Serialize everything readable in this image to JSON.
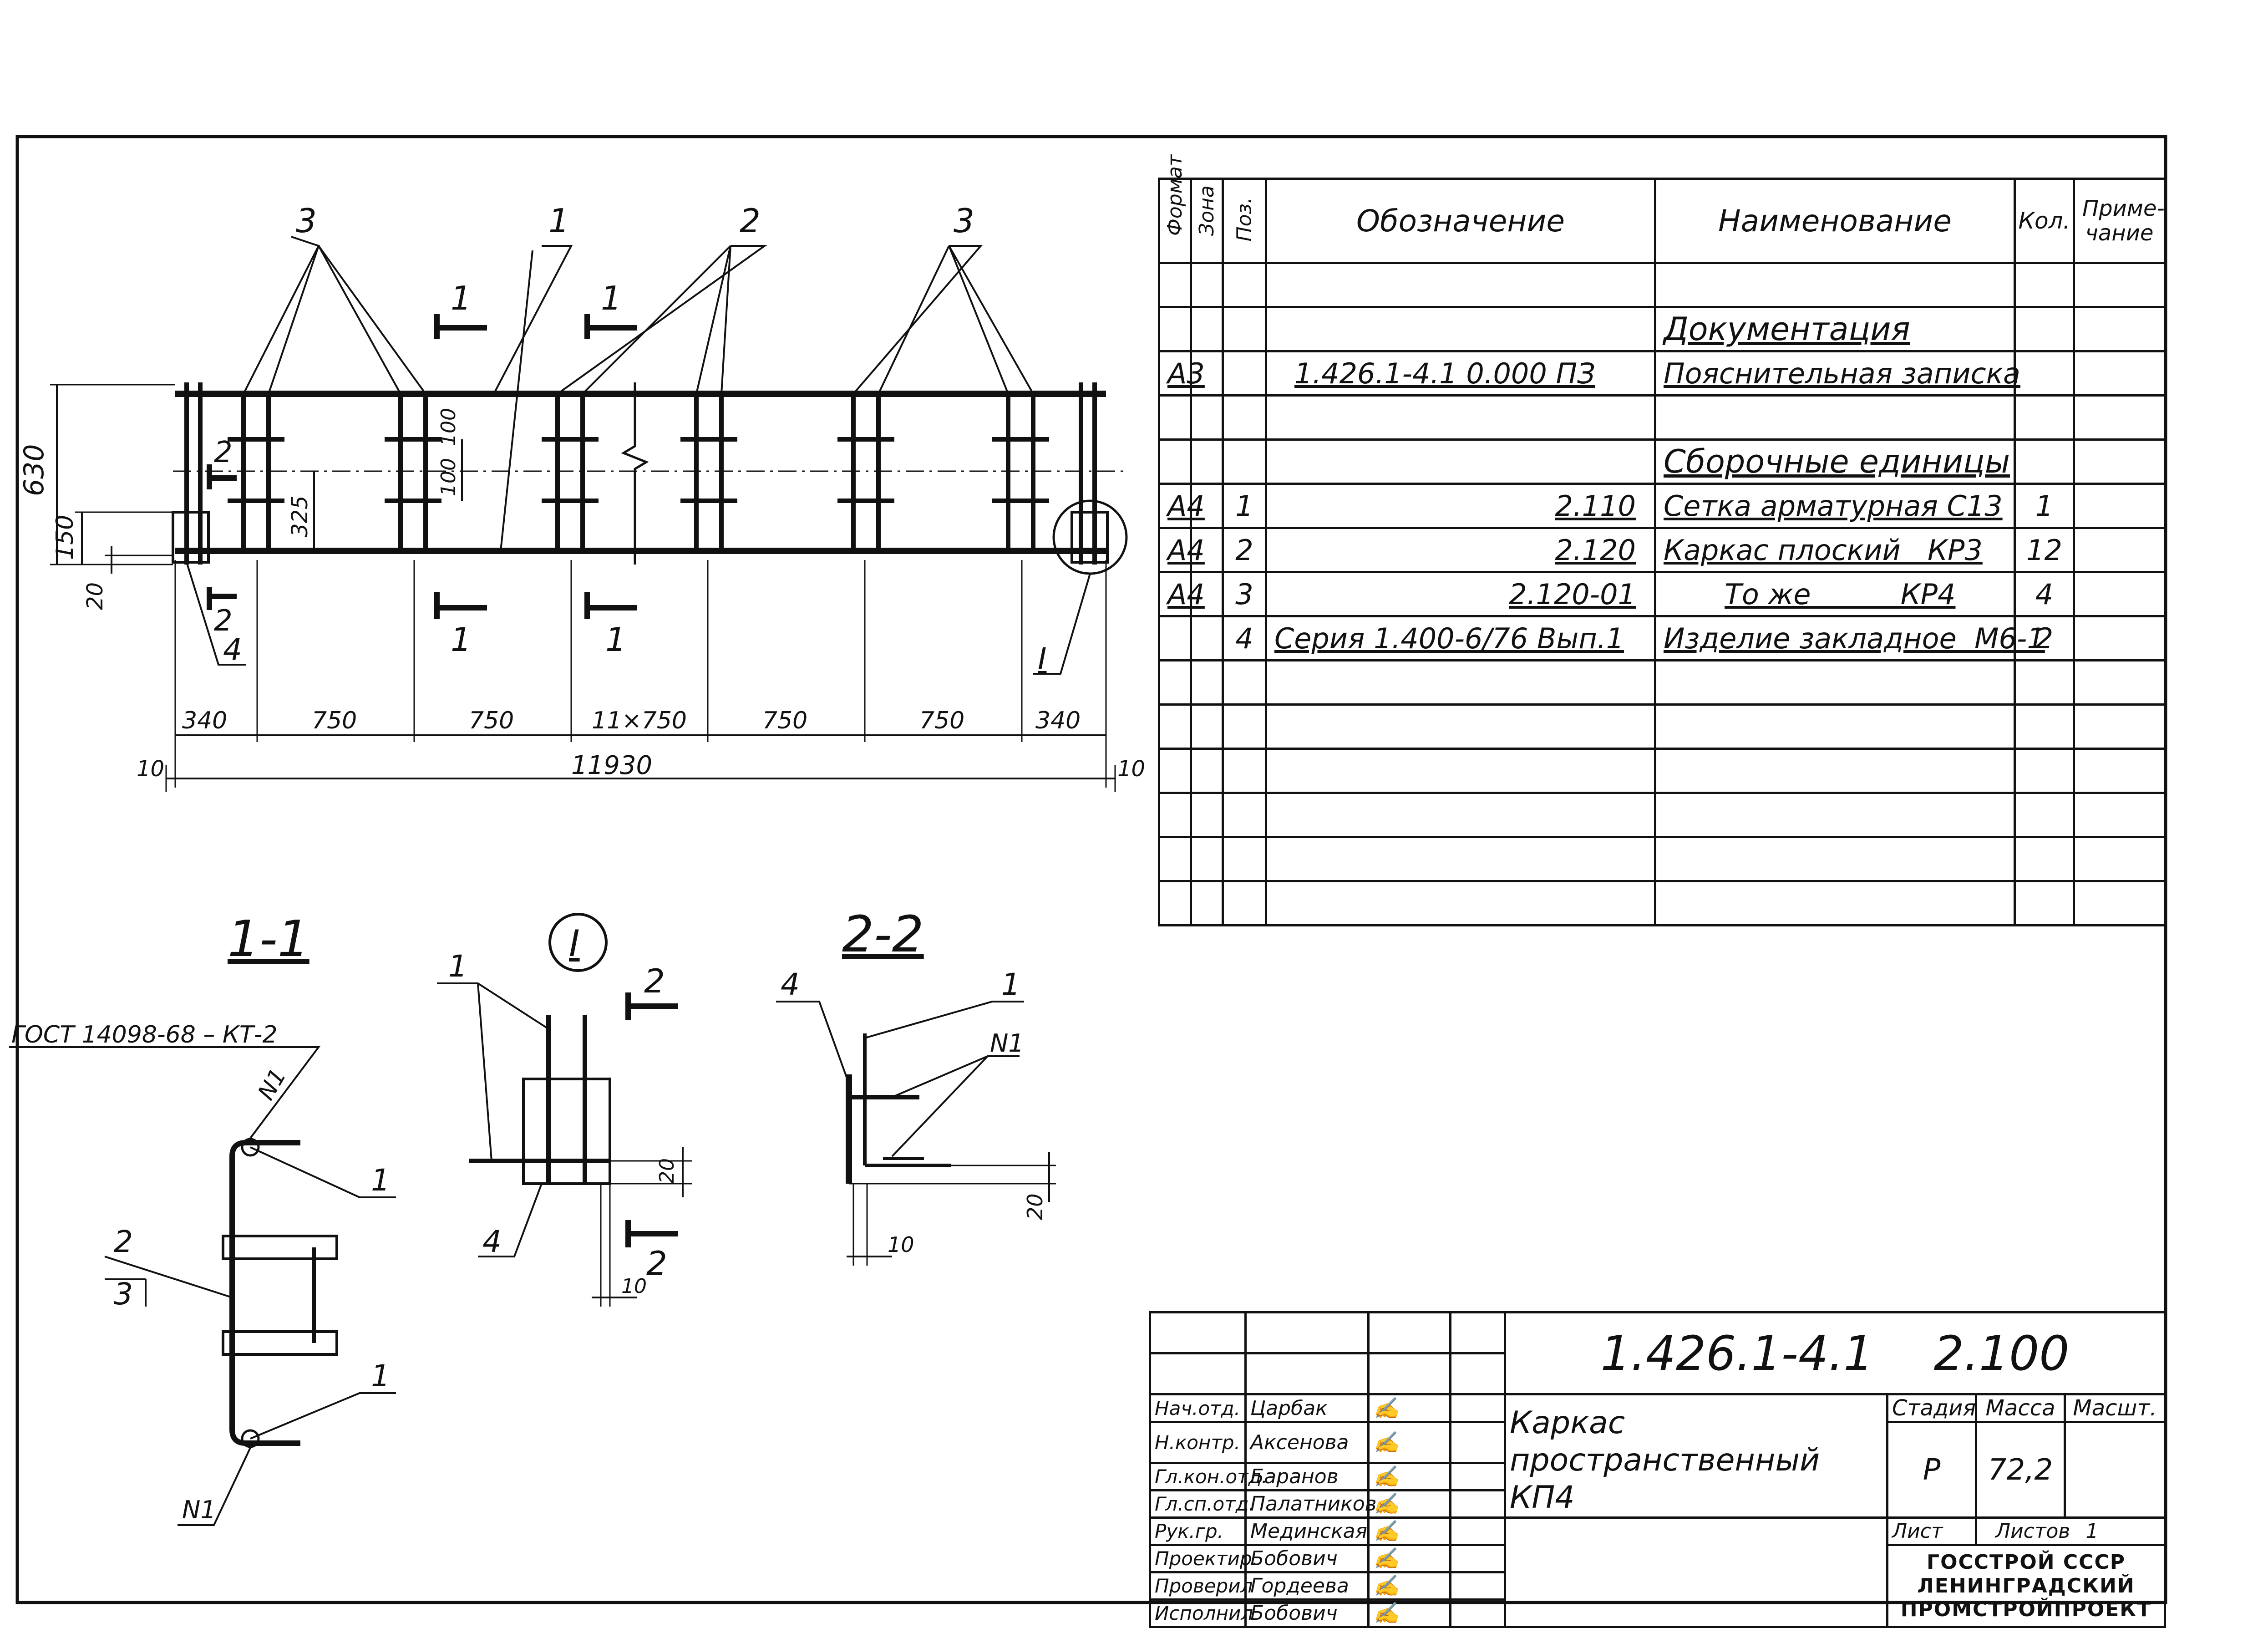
{
  "dims": {
    "d630": "630",
    "d150": "150",
    "d20": "20",
    "d325": "325",
    "d100a": "100",
    "d100b": "100",
    "spacings": [
      "340",
      "750",
      "750",
      "11×750",
      "750",
      "750",
      "340"
    ],
    "total": "11930",
    "end_left": "10",
    "end_right": "10"
  },
  "leaders": {
    "pos3_left": "3",
    "pos1_top": "1",
    "pos2_top": "2",
    "pos3_right": "3",
    "pos4": "4",
    "detail_I": "I"
  },
  "cut_marks": {
    "c1": "1",
    "c2": "2"
  },
  "views": {
    "section_1_1": {
      "title": "1-1",
      "gost": "ГОСТ 14098-68 – КТ-2",
      "n1": "N1",
      "pos1": "1",
      "pos2": "2",
      "pos3": "3"
    },
    "detail_I": {
      "title": "I",
      "pos1": "1",
      "pos4": "4",
      "cut": "2",
      "d20": "20",
      "d10": "10"
    },
    "section_2_2": {
      "title": "2-2",
      "pos4": "4",
      "pos1": "1",
      "n1": "N1",
      "d20": "20",
      "d10": "10"
    }
  },
  "spec": {
    "headers": {
      "format": "Формат",
      "zone": "Зона",
      "pos": "Поз.",
      "designation": "Обозначение",
      "name": "Наименование",
      "qty": "Кол.",
      "note": "Приме-чание"
    },
    "rows": [
      {
        "format": "",
        "pos": "",
        "designation": "",
        "name": "Документация",
        "qty": "",
        "section": true
      },
      {
        "format": "А3",
        "pos": "",
        "designation": "1.426.1-4.1  0.000 ПЗ",
        "name": "Пояснительная записка",
        "qty": ""
      },
      {
        "format": "",
        "pos": "",
        "designation": "",
        "name": "Сборочные единицы",
        "qty": "",
        "section": true
      },
      {
        "format": "А4",
        "pos": "1",
        "designation": "2.110",
        "name": "Сетка арматурная С13",
        "qty": "1"
      },
      {
        "format": "А4",
        "pos": "2",
        "designation": "2.120",
        "name": "Каркас плоский   КР3",
        "qty": "12"
      },
      {
        "format": "А4",
        "pos": "3",
        "designation": "2.120-01",
        "name": "То же          КР4",
        "qty": "4"
      },
      {
        "format": "",
        "pos": "4",
        "designation": "Серия 1.400-6/76 Вып.1",
        "name": "Изделие закладное  М6-1",
        "qty": "2"
      }
    ]
  },
  "title_block": {
    "code": "1.426.1-4.1    2.100",
    "name": "Каркас пространственный КП4",
    "stage_label": "Стадия",
    "mass_label": "Масса",
    "scale_label": "Масшт.",
    "stage": "Р",
    "mass": "72,2",
    "scale": "",
    "sheet_label": "Лист",
    "sheets_label": "Листов",
    "sheets": "1",
    "org": "ГОССТРОЙ СССР ЛЕНИНГРАДСКИЙ ПРОМСТРОЙПРОЕКТ",
    "people": [
      {
        "role": "Нач.отд.",
        "name": "Царбак"
      },
      {
        "role": "Н.контр.",
        "name": "Аксенова"
      },
      {
        "role": "Гл.кон.отд.",
        "name": "Баранов"
      },
      {
        "role": "Гл.сп.отд.",
        "name": "Палатников"
      },
      {
        "role": "Рук.гр.",
        "name": "Мединская"
      },
      {
        "role": "Проектир.",
        "name": "Бобович"
      },
      {
        "role": "Проверил",
        "name": "Гордеева"
      },
      {
        "role": "Исполнил",
        "name": "Бобович"
      }
    ]
  }
}
